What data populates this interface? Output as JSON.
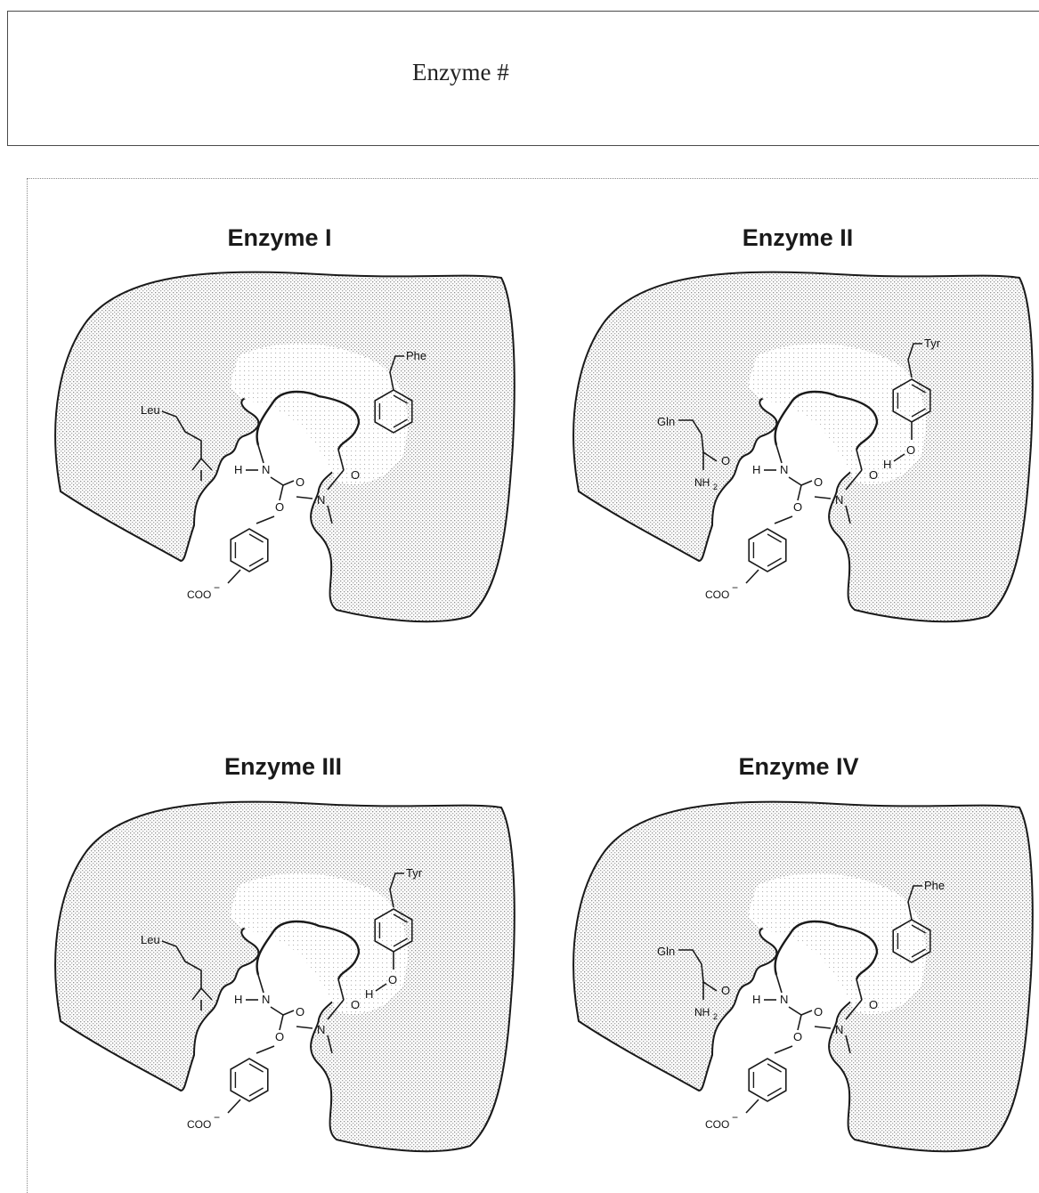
{
  "header": {
    "text": "Enzyme #"
  },
  "panels": [
    {
      "title": "Enzyme I",
      "left_residue": "Leu",
      "right_residue": "Phe"
    },
    {
      "title": "Enzyme II",
      "left_residue": "Gln",
      "right_residue": "Tyr"
    },
    {
      "title": "Enzyme III",
      "left_residue": "Leu",
      "right_residue": "Tyr"
    },
    {
      "title": "Enzyme IV",
      "left_residue": "Gln",
      "right_residue": "Phe"
    }
  ],
  "ligand_labels": {
    "h": "H",
    "n": "N",
    "o": "O",
    "carboxylate": "COO",
    "charge": "−",
    "nh2": "NH",
    "sub2": "2"
  },
  "colors": {
    "pocket_fill": "#d9d9d9",
    "outline": "#1a1a1a",
    "stipple": "#9a9a9a"
  }
}
